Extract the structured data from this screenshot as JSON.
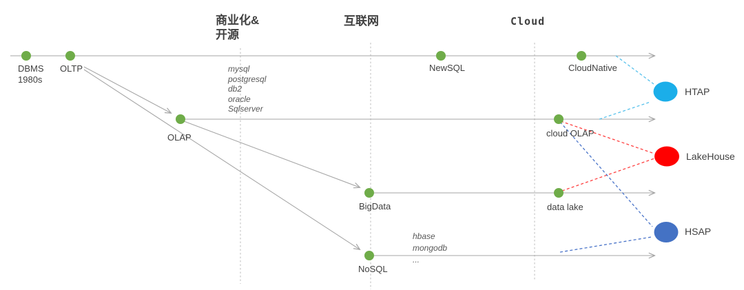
{
  "eras": {
    "commercial_open_source": "商业化&\n开源",
    "internet": "互联网",
    "cloud": "Cloud"
  },
  "milestones": {
    "dbms": "DBMS\n1980s",
    "oltp": "OLTP",
    "newsql": "NewSQL",
    "cloudnative": "CloudNative",
    "olap": "OLAP",
    "cloud_olap": "cloud OLAP",
    "bigdata": "BigData",
    "data_lake": "data lake",
    "nosql": "NoSQL"
  },
  "tech_lists": {
    "relational": "mysql\npostgresql\ndb2\noracle\nSqlserver",
    "nosql": "hbase\nmongodb\n..."
  },
  "paradigms": {
    "htap": {
      "label": "HTAP",
      "color": "#1BAEE9"
    },
    "lakehouse": {
      "label": "LakeHouse",
      "color": "#FF0000"
    },
    "hsap": {
      "label": "HSAP",
      "color": "#4472C4"
    }
  },
  "colors": {
    "milestone_dot": "#6FAC49",
    "timeline": "#A6A6A6",
    "era_divider": "#C9C9C9",
    "htap_link": "#56C1EC",
    "lakehouse_link": "#FF4040",
    "hsap_link": "#4A74C9"
  }
}
